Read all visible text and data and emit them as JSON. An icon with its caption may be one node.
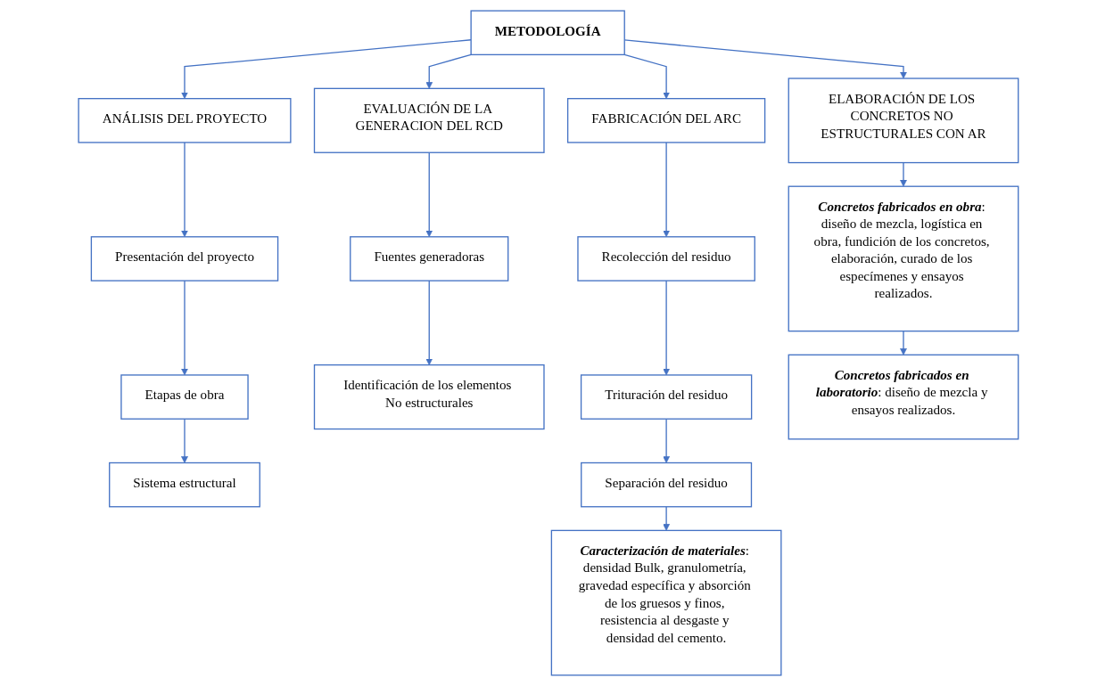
{
  "diagram": {
    "nodes": [
      {
        "text": [
          "METODOLOGÍA"
        ]
      },
      {
        "text": [
          "ANÁLISIS DEL PROYECTO"
        ]
      },
      {
        "text": [
          "EVALUACIÓN DE LA GENERACION DEL RCD"
        ]
      },
      {
        "text": [
          "FABRICACIÓN DEL ARC"
        ]
      },
      {
        "text": [
          "ELABORACIÓN DE LOS CONCRETOS NO ESTRUCTURALES CON AR"
        ]
      },
      {
        "text": [
          "Presentación del proyecto"
        ]
      },
      {
        "text": [
          "Etapas de obra"
        ]
      },
      {
        "text": [
          "Sistema estructural"
        ]
      },
      {
        "text": [
          "Fuentes generadoras"
        ]
      },
      {
        "text": [
          "Identificación de los elementos No estructurales"
        ]
      },
      {
        "text": [
          "Recolección del residuo"
        ]
      },
      {
        "text": [
          "Trituración del residuo"
        ]
      },
      {
        "text": [
          "Separación del residuo"
        ]
      },
      {
        "text": [
          "**Caracterización de materiales**: densidad Bulk, granulometría, gravedad específica y absorción de los gruesos y finos, resistencia al desgaste y densidad del cemento."
        ]
      },
      {
        "text": [
          "**Concretos fabricados en obra**: diseño de mezcla, logística en obra, fundición de los concretos, elaboración, curado de los especímenes y ensayos realizados."
        ]
      },
      {
        "text": [
          "**Concretos fabricados en laboratorio**: diseño de mezcla y ensayos realizados."
        ]
      }
    ],
    "edges": [
      {
        "from": 0,
        "to": 1,
        "arrow": "to"
      },
      {
        "from": 0,
        "to": 2,
        "arrow": "to"
      },
      {
        "from": 0,
        "to": 3,
        "arrow": "to"
      },
      {
        "from": 0,
        "to": 4,
        "arrow": "to"
      },
      {
        "from": 1,
        "to": 5,
        "arrow": "to"
      },
      {
        "from": 5,
        "to": 6,
        "arrow": "to"
      },
      {
        "from": 6,
        "to": 7,
        "arrow": "to"
      },
      {
        "from": 2,
        "to": 8,
        "arrow": "to"
      },
      {
        "from": 8,
        "to": 9,
        "arrow": "to"
      },
      {
        "from": 3,
        "to": 10,
        "arrow": "to"
      },
      {
        "from": 10,
        "to": 11,
        "arrow": "to"
      },
      {
        "from": 11,
        "to": 12,
        "arrow": "to"
      },
      {
        "from": 12,
        "to": 13,
        "arrow": "to"
      },
      {
        "from": 4,
        "to": 14,
        "arrow": "to"
      },
      {
        "from": 14,
        "to": 15,
        "arrow": "to"
      }
    ]
  }
}
